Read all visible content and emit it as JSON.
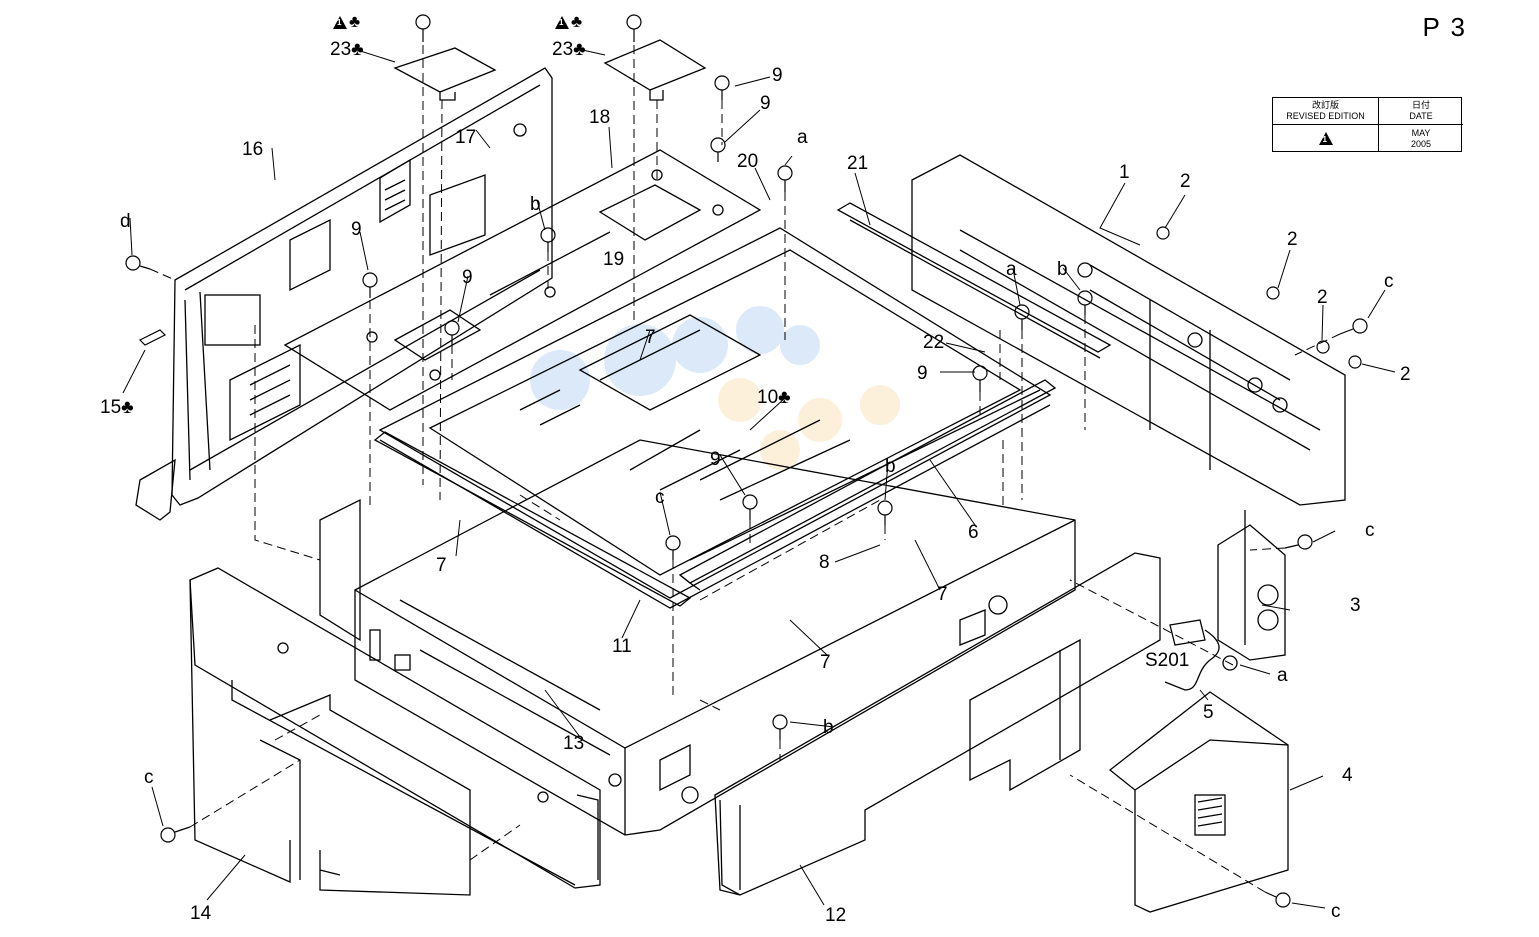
{
  "page": {
    "number": "P 3"
  },
  "revision_table": {
    "edition_jp": "改訂版",
    "edition_en": "REVISED EDITION",
    "date_jp": "日付",
    "date_en": "DATE",
    "mark": "1",
    "date_value_month": "MAY",
    "date_value_year": "2005"
  },
  "warnings": [
    {
      "mark": "1",
      "suffix": "♣"
    },
    {
      "mark": "1",
      "suffix": "♣"
    }
  ],
  "labels": {
    "p1": "1",
    "p2a": "2",
    "p2b": "2",
    "p2c": "2",
    "p2d": "2",
    "p3": "3",
    "p4": "4",
    "p5": "5",
    "p6": "6",
    "p7a": "7",
    "p7b": "7",
    "p7c": "7",
    "p7d": "7",
    "p8": "8",
    "p9a": "9",
    "p9b": "9",
    "p9c": "9",
    "p9d": "9",
    "p9e": "9",
    "p9f": "9",
    "p10": "10♣",
    "p11": "11",
    "p12": "12",
    "p13": "13",
    "p14": "14",
    "p15": "15♣",
    "p16": "16",
    "p17": "17",
    "p18": "18",
    "p19": "19",
    "p20": "20",
    "p21": "21",
    "p22": "22",
    "p23a": "23♣",
    "p23b": "23♣",
    "s201": "S201",
    "a1": "a",
    "a2": "a",
    "a3": "a",
    "b1": "b",
    "b2": "b",
    "b3": "b",
    "b4": "b",
    "c1": "c",
    "c2": "c",
    "c3": "c",
    "c4": "c",
    "c5": "c",
    "d1": "d"
  }
}
